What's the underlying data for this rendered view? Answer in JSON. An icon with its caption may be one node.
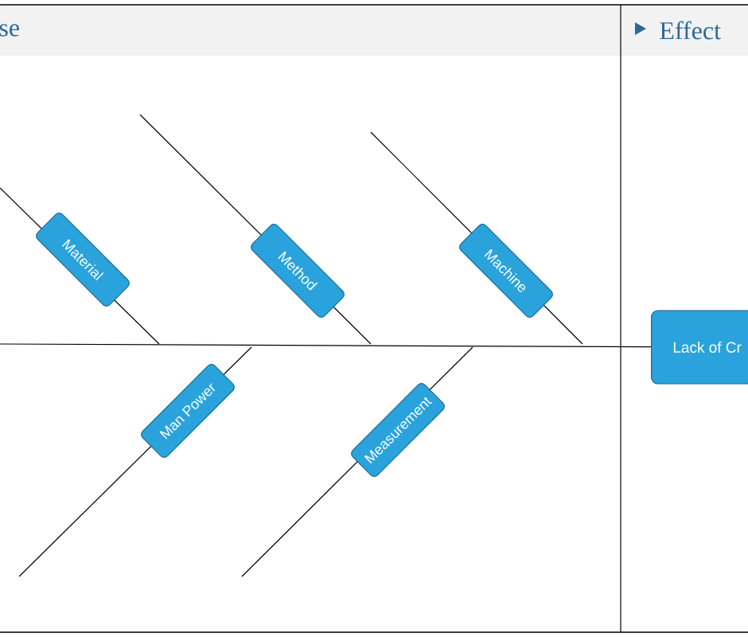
{
  "diagram": {
    "nodes": [
      {
        "text": [
          "Material"
        ]
      },
      {
        "text": [
          "Method"
        ]
      },
      {
        "text": [
          "Machine"
        ]
      },
      {
        "text": [
          "Man Power"
        ]
      },
      {
        "text": [
          "Measurement"
        ]
      },
      {
        "text": [
          "Lack of Cr"
        ]
      }
    ],
    "edges": [
      {
        "from": null,
        "to": 5,
        "arrow": "none"
      }
    ],
    "labels": [
      "se",
      "Effect"
    ]
  }
}
